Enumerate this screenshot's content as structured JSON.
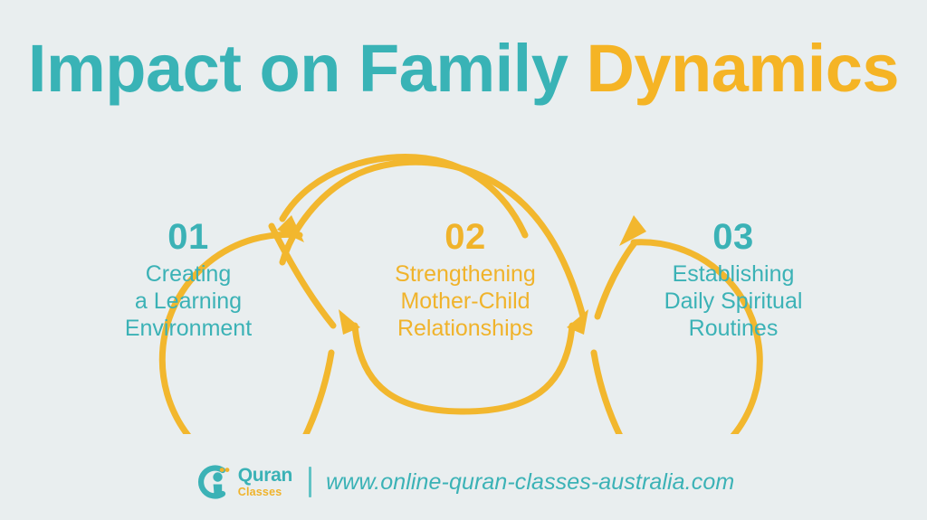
{
  "slide": {
    "background_color": "#e9eeef",
    "accent_teal": "#3bb2b6",
    "accent_amber": "#f0b32b"
  },
  "title": {
    "part_a": "Impact on Family ",
    "part_b": "Dynamics",
    "full": "Impact on Family Dynamics"
  },
  "steps": [
    {
      "number": "01",
      "color": "#3bb2b6",
      "line1": "Creating",
      "line2": "a Learning",
      "line3": "Environment"
    },
    {
      "number": "02",
      "color": "#f0b32b",
      "line1": "Strengthening",
      "line2": "Mother-Child",
      "line3": "Relationships"
    },
    {
      "number": "03",
      "color": "#3bb2b6",
      "line1": "Establishing",
      "line2": "Daily Spiritual",
      "line3": "Routines"
    }
  ],
  "footer": {
    "logo_primary": "Quran",
    "logo_secondary": "Classes",
    "url": "www.online-quran-classes-australia.com"
  }
}
